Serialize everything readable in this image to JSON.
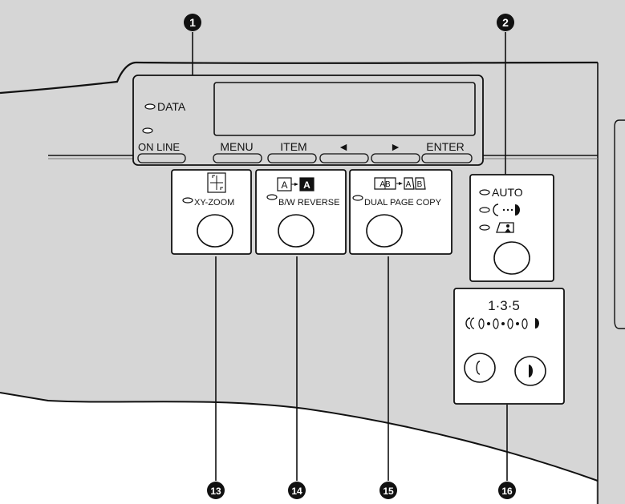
{
  "callouts": [
    {
      "number": "1"
    },
    {
      "number": "2"
    },
    {
      "number": "13"
    },
    {
      "number": "14"
    },
    {
      "number": "15"
    },
    {
      "number": "16"
    }
  ],
  "display_panel": {
    "data_label": "DATA",
    "online_label": "ON LINE",
    "menu_label": "MENU",
    "item_label": "ITEM",
    "left_arrow": "◄",
    "right_arrow": "►",
    "enter_label": "ENTER"
  },
  "xy_zoom": {
    "label": "XY-ZOOM"
  },
  "bw_reverse": {
    "label": "B/W REVERSE",
    "icon_a1": "A",
    "icon_a2": "A"
  },
  "dual_page": {
    "label": "DUAL PAGE COPY",
    "icon_1": "AB",
    "icon_2": "A",
    "icon_3": "B"
  },
  "exposure_mode": {
    "auto_label": "AUTO"
  },
  "exposure_level": {
    "scale_label": "1·3·5"
  },
  "colors": {
    "panel_fill": "#d6d6d6",
    "background": "#ffffff",
    "line": "#111111",
    "callout": "#111111"
  }
}
